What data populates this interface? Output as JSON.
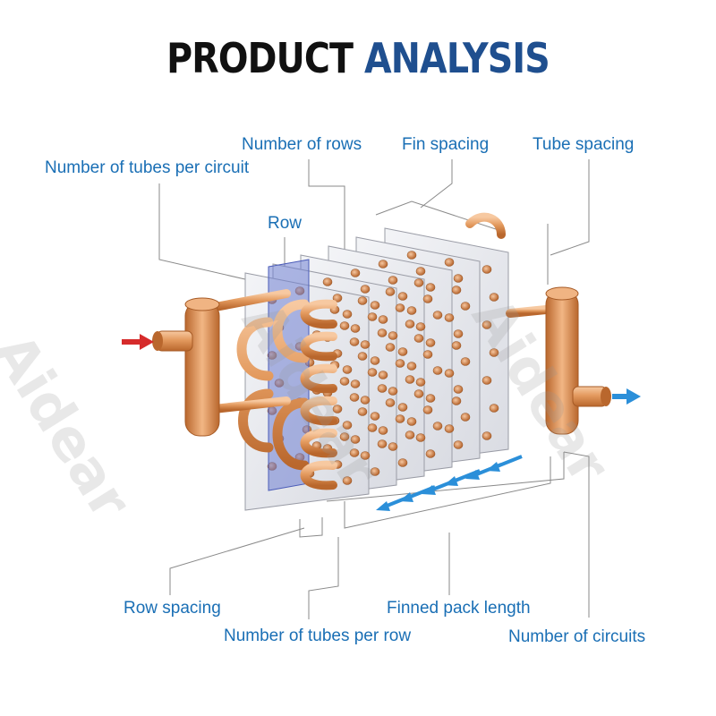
{
  "title": {
    "part1": "PRODUCT",
    "part2": "ANALYSIS"
  },
  "colors": {
    "title_dark": "#111111",
    "title_accent": "#1f4f8f",
    "label": "#1a6fb5",
    "copper": "#d98a4c",
    "fin": "#e8e9ee",
    "row_highlight": "#6f7fd1",
    "inlet_arrow": "#d62b2b",
    "airflow_arrow": "#2b8fd9"
  },
  "labels": {
    "number_of_rows": "Number of rows",
    "fin_spacing": "Fin spacing",
    "tube_spacing": "Tube spacing",
    "tubes_per_circuit": "Number of tubes per circuit",
    "row": "Row",
    "row_spacing": "Row spacing",
    "finned_pack_length": "Finned pack length",
    "tubes_per_row": "Number of tubes per row",
    "number_of_circuits": "Number of circuits"
  },
  "watermark": "Aidear",
  "icons": {
    "inlet": "red-arrow-icon",
    "outlet": "blue-arrow-icon",
    "airflow": "blue-arrow-icon"
  }
}
